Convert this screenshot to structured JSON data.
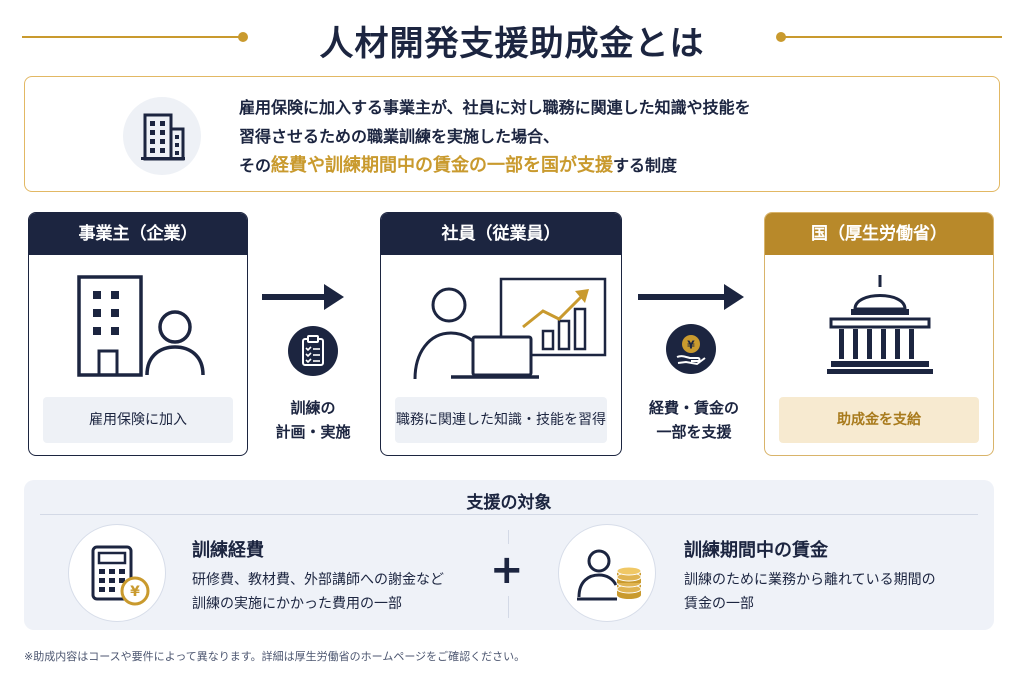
{
  "title": "人材開発支援助成金とは",
  "intro": {
    "line1": "雇用保険に加入する事業主が、社員に対し職務に関連した知識や技能を",
    "line2": "習得させるための職業訓練を実施した場合、",
    "line3_pre": "その",
    "line3_hl": "経費や訓練期間中の賃金の一部を国が支援",
    "line3_post": "する制度",
    "icon": "office-building-icon"
  },
  "cards": {
    "employer": {
      "title": "事業主（企業）",
      "label": "雇用保険に加入",
      "icon": "building-person-icon"
    },
    "employee": {
      "title": "社員（従業員）",
      "label": "職務に関連した知識・技能を習得",
      "icon": "person-laptop-growth-icon"
    },
    "government": {
      "title": "国（厚生労働省）",
      "label": "助成金を支給",
      "icon": "government-building-icon"
    }
  },
  "steps": {
    "plan": {
      "line1": "訓練の",
      "line2": "計画・実施",
      "icon": "clipboard-checklist-icon"
    },
    "support": {
      "line1": "経費・賃金の",
      "line2": "一部を支援",
      "icon": "yen-coin-hand-icon"
    }
  },
  "target": {
    "title": "支援の対象",
    "left": {
      "heading": "訓練経費",
      "line1": "研修費、教材費、外部講師への謝金など",
      "line2": "訓練の実施にかかった費用の一部",
      "icon": "calculator-yen-icon"
    },
    "plus": "+",
    "right": {
      "heading": "訓練期間中の賃金",
      "line1": "訓練のために業務から離れている期間の",
      "line2": "賃金の一部",
      "icon": "person-coins-icon"
    }
  },
  "footnote": "※助成内容はコースや要件によって異なります。詳細は厚生労働省のホームページをご確認ください。",
  "colors": {
    "navy": "#1c2540",
    "gold": "#c99a2e",
    "panel": "#eff2f8"
  }
}
